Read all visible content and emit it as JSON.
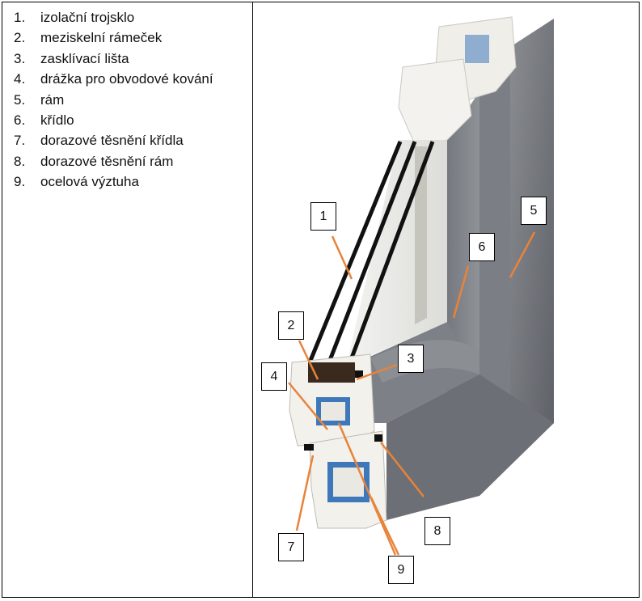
{
  "legend": {
    "items": [
      {
        "number": "1.",
        "text": "izolační trojsklo"
      },
      {
        "number": "2.",
        "text": "meziskelní rámeček"
      },
      {
        "number": "3.",
        "text": "zasklívací lišta"
      },
      {
        "number": "4.",
        "text": "drážka pro obvodové kování"
      },
      {
        "number": "5.",
        "text": "rám"
      },
      {
        "number": "6.",
        "text": "křídlo"
      },
      {
        "number": "7.",
        "text": "dorazové těsnění křídla"
      },
      {
        "number": "8.",
        "text": "dorazové těsnění rám"
      },
      {
        "number": "9.",
        "text": "ocelová výztuha"
      }
    ]
  },
  "callouts": {
    "c1": "1",
    "c2": "2",
    "c3": "3",
    "c4": "4",
    "c5": "5",
    "c6": "6",
    "c7": "7",
    "c8": "8",
    "c9": "9"
  },
  "colors": {
    "leader_line": "#e8833a",
    "frame_grey": "#6f7278",
    "pvc_white": "#f2f1ec",
    "steel_blue": "#3f78b8"
  }
}
